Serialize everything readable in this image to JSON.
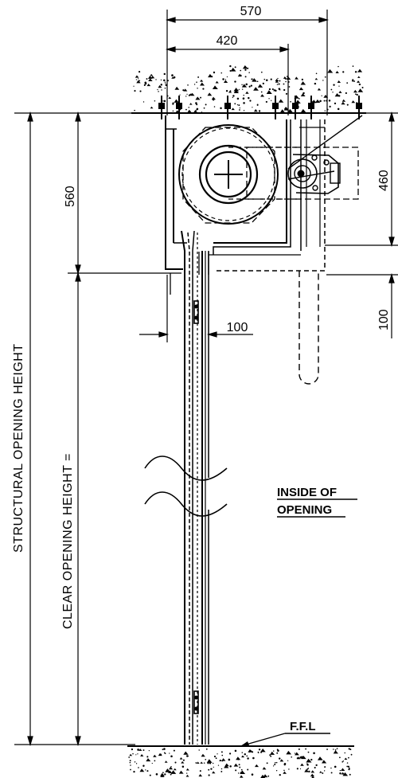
{
  "dimensions": {
    "width_outer": "570",
    "width_inner": "420",
    "box_height": "560",
    "box_height_inside": "460",
    "wall_offset": "100",
    "lower_offset": "100"
  },
  "labels": {
    "structural_opening_height": "STRUCTURAL OPENING HEIGHT",
    "clear_opening_height": "CLEAR OPENING HEIGHT =",
    "inside_of_opening_line1": "INSIDE OF",
    "inside_of_opening_line2": "OPENING",
    "ffl": "F.F.L"
  },
  "colors": {
    "line": "#000000",
    "background": "#ffffff"
  }
}
